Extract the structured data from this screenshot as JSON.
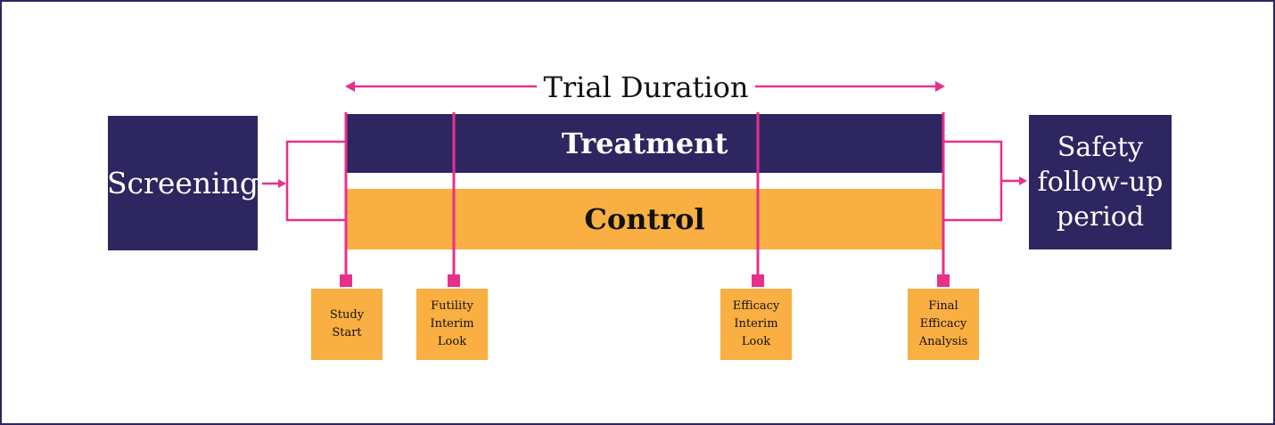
{
  "diagram": {
    "duration_label": "Trial Duration",
    "screening_label": "Screening",
    "safety_label_lines": [
      "Safety",
      "follow-up",
      "period"
    ],
    "treatment_label": "Treatment",
    "control_label": "Control",
    "milestones": [
      {
        "lines": [
          "Study",
          "Start"
        ]
      },
      {
        "lines": [
          "Futility",
          "Interim",
          "Look"
        ]
      },
      {
        "lines": [
          "Efficacy",
          "Interim",
          "Look"
        ]
      },
      {
        "lines": [
          "Final",
          "Efficacy",
          "Analysis"
        ]
      }
    ]
  },
  "colors": {
    "navy": "#2d2660",
    "orange": "#f9af42",
    "magenta": "#e8308a"
  }
}
